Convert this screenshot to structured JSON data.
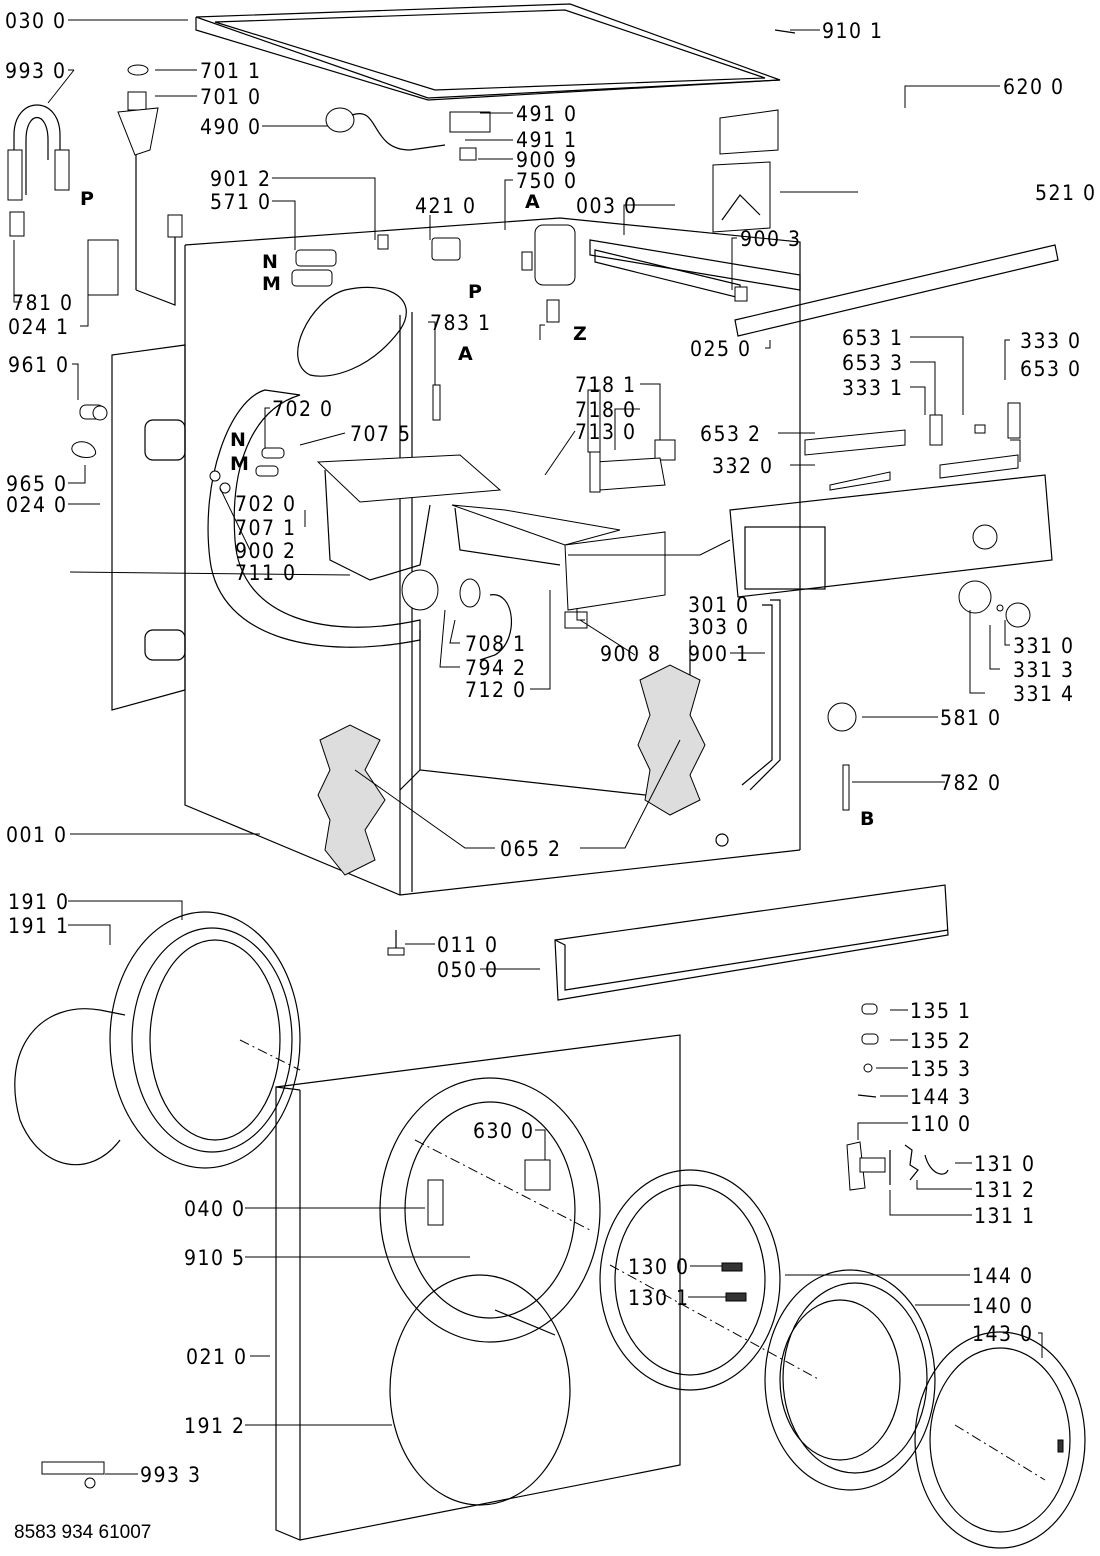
{
  "diagram": {
    "type": "exploded-parts-diagram",
    "subject": "front-loading washing machine",
    "document_number": "8583 934 61007",
    "part_labels": [
      {
        "id": "p0300",
        "text": "030 0"
      },
      {
        "id": "p9930",
        "text": "993 0"
      },
      {
        "id": "p7011",
        "text": "701 1"
      },
      {
        "id": "p7010",
        "text": "701 0"
      },
      {
        "id": "p4900",
        "text": "490 0"
      },
      {
        "id": "p4910",
        "text": "491 0"
      },
      {
        "id": "p4911",
        "text": "491 1"
      },
      {
        "id": "p9009",
        "text": "900 9"
      },
      {
        "id": "p7500",
        "text": "750 0"
      },
      {
        "id": "p9101",
        "text": "910 1"
      },
      {
        "id": "p6200",
        "text": "620 0"
      },
      {
        "id": "p5210",
        "text": "521 0"
      },
      {
        "id": "p9012",
        "text": "901 2"
      },
      {
        "id": "p5710",
        "text": "571 0"
      },
      {
        "id": "p4210",
        "text": "421 0"
      },
      {
        "id": "p0030",
        "text": "003 0"
      },
      {
        "id": "p9003",
        "text": "900 3"
      },
      {
        "id": "p7810",
        "text": "781 0"
      },
      {
        "id": "p0241",
        "text": "024 1"
      },
      {
        "id": "p0250",
        "text": "025 0"
      },
      {
        "id": "p7831",
        "text": "783 1"
      },
      {
        "id": "p9610",
        "text": "961 0"
      },
      {
        "id": "p6531",
        "text": "653 1"
      },
      {
        "id": "p6533",
        "text": "653 3"
      },
      {
        "id": "p3331",
        "text": "333 1"
      },
      {
        "id": "p3330",
        "text": "333 0"
      },
      {
        "id": "p6530",
        "text": "653 0"
      },
      {
        "id": "p7181",
        "text": "718 1"
      },
      {
        "id": "p7180",
        "text": "718 0"
      },
      {
        "id": "p7130",
        "text": "713 0"
      },
      {
        "id": "p7020a",
        "text": "702 0"
      },
      {
        "id": "p7075",
        "text": "707 5"
      },
      {
        "id": "p6532",
        "text": "653 2"
      },
      {
        "id": "p3320",
        "text": "332 0"
      },
      {
        "id": "p9650",
        "text": "965 0"
      },
      {
        "id": "p0240",
        "text": "024 0"
      },
      {
        "id": "p7020b",
        "text": "702 0"
      },
      {
        "id": "p7071",
        "text": "707 1"
      },
      {
        "id": "p9002",
        "text": "900 2"
      },
      {
        "id": "p7110",
        "text": "711 0"
      },
      {
        "id": "p3010",
        "text": "301 0"
      },
      {
        "id": "p3030",
        "text": "303 0"
      },
      {
        "id": "p9008",
        "text": "900 8"
      },
      {
        "id": "p9001",
        "text": "900 1"
      },
      {
        "id": "p3310",
        "text": "331 0"
      },
      {
        "id": "p3313",
        "text": "331 3"
      },
      {
        "id": "p3314",
        "text": "331 4"
      },
      {
        "id": "p7081",
        "text": "708 1"
      },
      {
        "id": "p7942",
        "text": "794 2"
      },
      {
        "id": "p7120",
        "text": "712 0"
      },
      {
        "id": "p5810",
        "text": "581 0"
      },
      {
        "id": "p7820",
        "text": "782 0"
      },
      {
        "id": "p0010",
        "text": "001 0"
      },
      {
        "id": "p0652",
        "text": "065 2"
      },
      {
        "id": "p1910",
        "text": "191 0"
      },
      {
        "id": "p1911",
        "text": "191 1"
      },
      {
        "id": "p0110",
        "text": "011 0"
      },
      {
        "id": "p0500",
        "text": "050 0"
      },
      {
        "id": "p1351",
        "text": "135 1"
      },
      {
        "id": "p1352",
        "text": "135 2"
      },
      {
        "id": "p1353",
        "text": "135 3"
      },
      {
        "id": "p1443",
        "text": "144 3"
      },
      {
        "id": "p1100",
        "text": "110 0"
      },
      {
        "id": "p1310",
        "text": "131 0"
      },
      {
        "id": "p1312",
        "text": "131 2"
      },
      {
        "id": "p1311",
        "text": "131 1"
      },
      {
        "id": "p6300",
        "text": "630 0"
      },
      {
        "id": "p0400",
        "text": "040 0"
      },
      {
        "id": "p9105",
        "text": "910 5"
      },
      {
        "id": "p1300",
        "text": "130 0"
      },
      {
        "id": "p1301",
        "text": "130 1"
      },
      {
        "id": "p1440",
        "text": "144 0"
      },
      {
        "id": "p1400",
        "text": "140 0"
      },
      {
        "id": "p1430",
        "text": "143 0"
      },
      {
        "id": "p0210",
        "text": "021 0"
      },
      {
        "id": "p1912",
        "text": "191 2"
      },
      {
        "id": "p9933",
        "text": "993 3"
      }
    ],
    "connector_letters": [
      {
        "id": "lP1",
        "text": "P"
      },
      {
        "id": "lN1",
        "text": "N"
      },
      {
        "id": "lM1",
        "text": "M"
      },
      {
        "id": "lA1",
        "text": "A"
      },
      {
        "id": "lP2",
        "text": "P"
      },
      {
        "id": "lZ",
        "text": "Z"
      },
      {
        "id": "lA2",
        "text": "A"
      },
      {
        "id": "lN2",
        "text": "N"
      },
      {
        "id": "lM2",
        "text": "M"
      },
      {
        "id": "lB",
        "text": "B"
      }
    ]
  }
}
